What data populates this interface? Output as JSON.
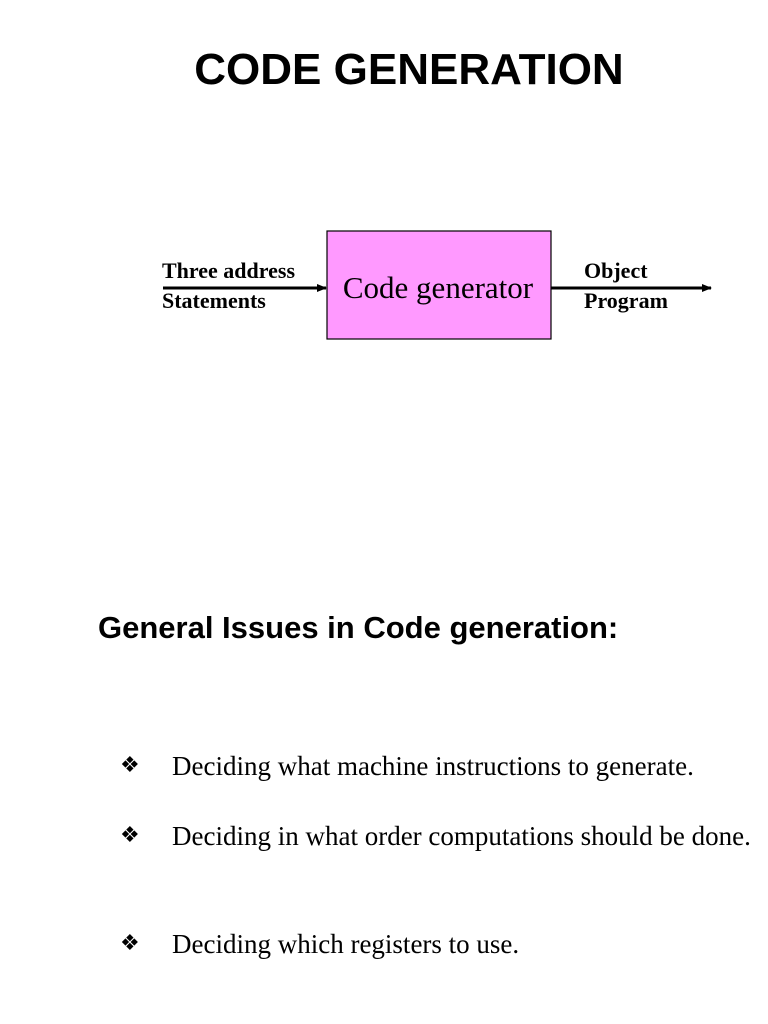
{
  "title": "CODE GENERATION",
  "diagram": {
    "input_label_line1": "Three address",
    "input_label_line2": "Statements",
    "box_label": "Code generator",
    "output_label_line1": "Object",
    "output_label_line2": "Program",
    "box_fill": "#ff99ff",
    "box_stroke": "#000000"
  },
  "section_heading": "General Issues in Code generation:",
  "bullet_marker": "❖",
  "bullets": [
    {
      "text": "Deciding what machine instructions to generate."
    },
    {
      "text": "Deciding in what order computations should be done."
    },
    {
      "text": "Deciding which registers to use."
    }
  ]
}
